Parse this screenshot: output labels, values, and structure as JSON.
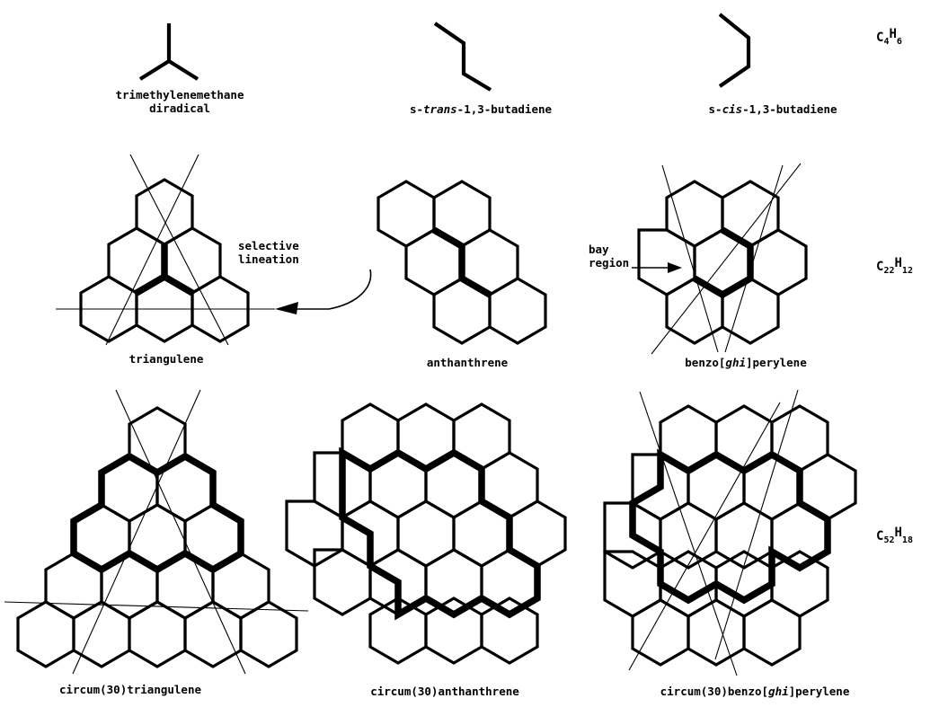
{
  "page": {
    "title": "Polycyclic aromatic hydrocarbon structures with selective lineation",
    "background": "#ffffff",
    "ink": "#000000"
  },
  "rows": [
    {
      "formula": {
        "element1": "C",
        "sub1": "4",
        "element2": "H",
        "sub2": "6",
        "text": "C4H6"
      },
      "items": [
        {
          "name": "trimethylenemethane-diradical",
          "caption_line1": "trimethylenemethane",
          "caption_line2": "diradical",
          "kind": "chain"
        },
        {
          "name": "s-trans-butadiene",
          "caption_pre": "s-",
          "caption_italic": "trans",
          "caption_post": "-1,3-butadiene",
          "kind": "chain"
        },
        {
          "name": "s-cis-butadiene",
          "caption_pre": "s-",
          "caption_italic": "cis",
          "caption_post": "-1,3-butadiene",
          "kind": "chain"
        }
      ]
    },
    {
      "formula": {
        "element1": "C",
        "sub1": "22",
        "element2": "H",
        "sub2": "12",
        "text": "C22H12"
      },
      "items": [
        {
          "name": "triangulene",
          "caption": "triangulene",
          "kind": "lattice",
          "hexagons": 6,
          "lineations": 3
        },
        {
          "name": "anthanthrene",
          "caption": "anthanthrene",
          "kind": "lattice",
          "hexagons": 6,
          "lineations": 0
        },
        {
          "name": "benzo-ghi-perylene",
          "caption_pre": "benzo[",
          "caption_italic": "ghi",
          "caption_post": "]perylene",
          "kind": "lattice",
          "hexagons": 6,
          "lineations": 3
        }
      ]
    },
    {
      "formula": {
        "element1": "C",
        "sub1": "52",
        "element2": "H",
        "sub2": "18",
        "text": "C52H18"
      },
      "items": [
        {
          "name": "circum30-triangulene",
          "caption": "circum(30)triangulene",
          "kind": "lattice",
          "hexagons": 22,
          "lineations": 3
        },
        {
          "name": "circum30-anthanthrene",
          "caption": "circum(30)anthanthrene",
          "kind": "lattice",
          "hexagons": 22,
          "lineations": 0
        },
        {
          "name": "circum30-benzo-ghi-perylene",
          "caption_pre": "circum(30)benzo[",
          "caption_italic": "ghi",
          "caption_post": "]perylene",
          "kind": "lattice",
          "hexagons": 22,
          "lineations": 3
        }
      ]
    }
  ],
  "annotations": [
    {
      "name": "selective-lineation",
      "line1": "selective",
      "line2": "lineation",
      "arrow": "curved-arrow-left"
    },
    {
      "name": "bay-region",
      "line1": "bay",
      "line2": "region",
      "arrow": "straight-arrow-right"
    }
  ]
}
